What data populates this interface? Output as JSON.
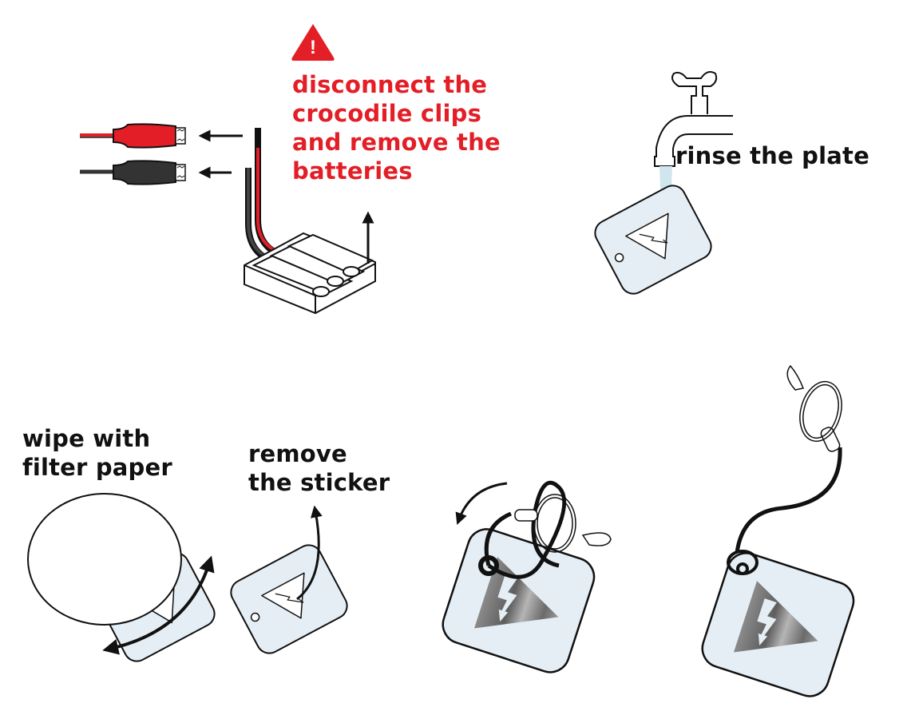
{
  "colors": {
    "warning": "#e31e26",
    "text": "#111111",
    "plate_fill": "#e5eef4",
    "water": "#cfe6ef",
    "wire_red": "#e31e26",
    "wire_black": "#333333"
  },
  "steps": [
    {
      "id": "disconnect",
      "icon": "warning-triangle-icon",
      "text": "disconnect the\ncrocodile clips\nand remove the\nbatteries",
      "style": "warning"
    },
    {
      "id": "rinse",
      "icon": "tap-icon",
      "text": "rinse the plate"
    },
    {
      "id": "wipe",
      "icon": "filter-paper-icon",
      "text": "wipe with\nfilter paper"
    },
    {
      "id": "sticker",
      "icon": "plate-sticker-icon",
      "text": "remove\nthe sticker"
    },
    {
      "id": "attach-cord",
      "icon": "keyring-cord-icon",
      "text": ""
    },
    {
      "id": "finished-keyring",
      "icon": "keyring-plate-icon",
      "text": ""
    }
  ],
  "warning_symbol": "!"
}
